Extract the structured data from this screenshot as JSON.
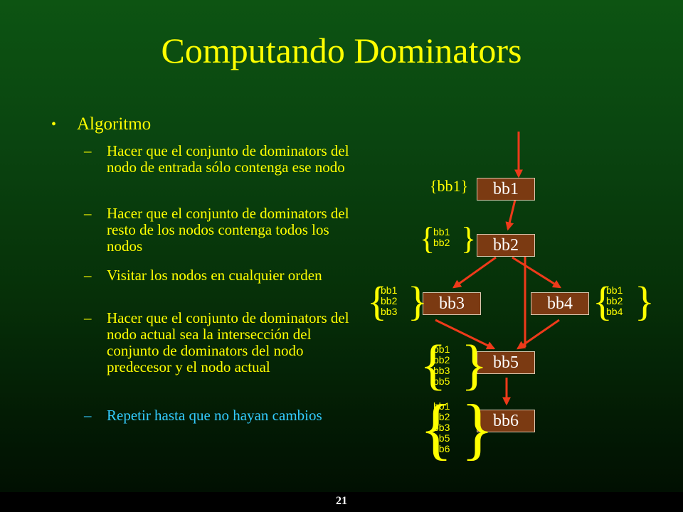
{
  "title": "Computando Dominators",
  "bullet": "Algoritmo",
  "steps": [
    "Hacer que el conjunto de dominators del nodo de entrada sólo contenga ese nodo",
    "Hacer que el conjunto de dominators del resto de los nodos contenga todos los nodos",
    "Visitar los nodos en cualquier orden",
    "Hacer que el conjunto de dominators del nodo actual sea la intersección del conjunto de dominators del nodo predecesor y el nodo actual",
    "Repetir hasta que no hayan cambios"
  ],
  "dash": "–",
  "nodes": [
    "bb1",
    "bb2",
    "bb3",
    "bb4",
    "bb5",
    "bb6"
  ],
  "bb1_set": "{bb1}",
  "dom_sets": {
    "bb2": [
      "bb1",
      "bb2"
    ],
    "bb3": [
      "bb1",
      "bb2",
      "bb3"
    ],
    "bb4": [
      "bb1",
      "bb2",
      "bb4"
    ],
    "bb5": [
      "bb1",
      "bb2",
      "bb3",
      "bb5"
    ],
    "bb6": [
      "bb1",
      "bb2",
      "bb3",
      "bb5",
      "bb6"
    ]
  },
  "page_number": "21",
  "colors": {
    "title": "#ffff00",
    "text": "#ffff00",
    "highlight": "#33ccff",
    "node_fill": "#7b3a12",
    "arrow": "#ee3a1a"
  }
}
